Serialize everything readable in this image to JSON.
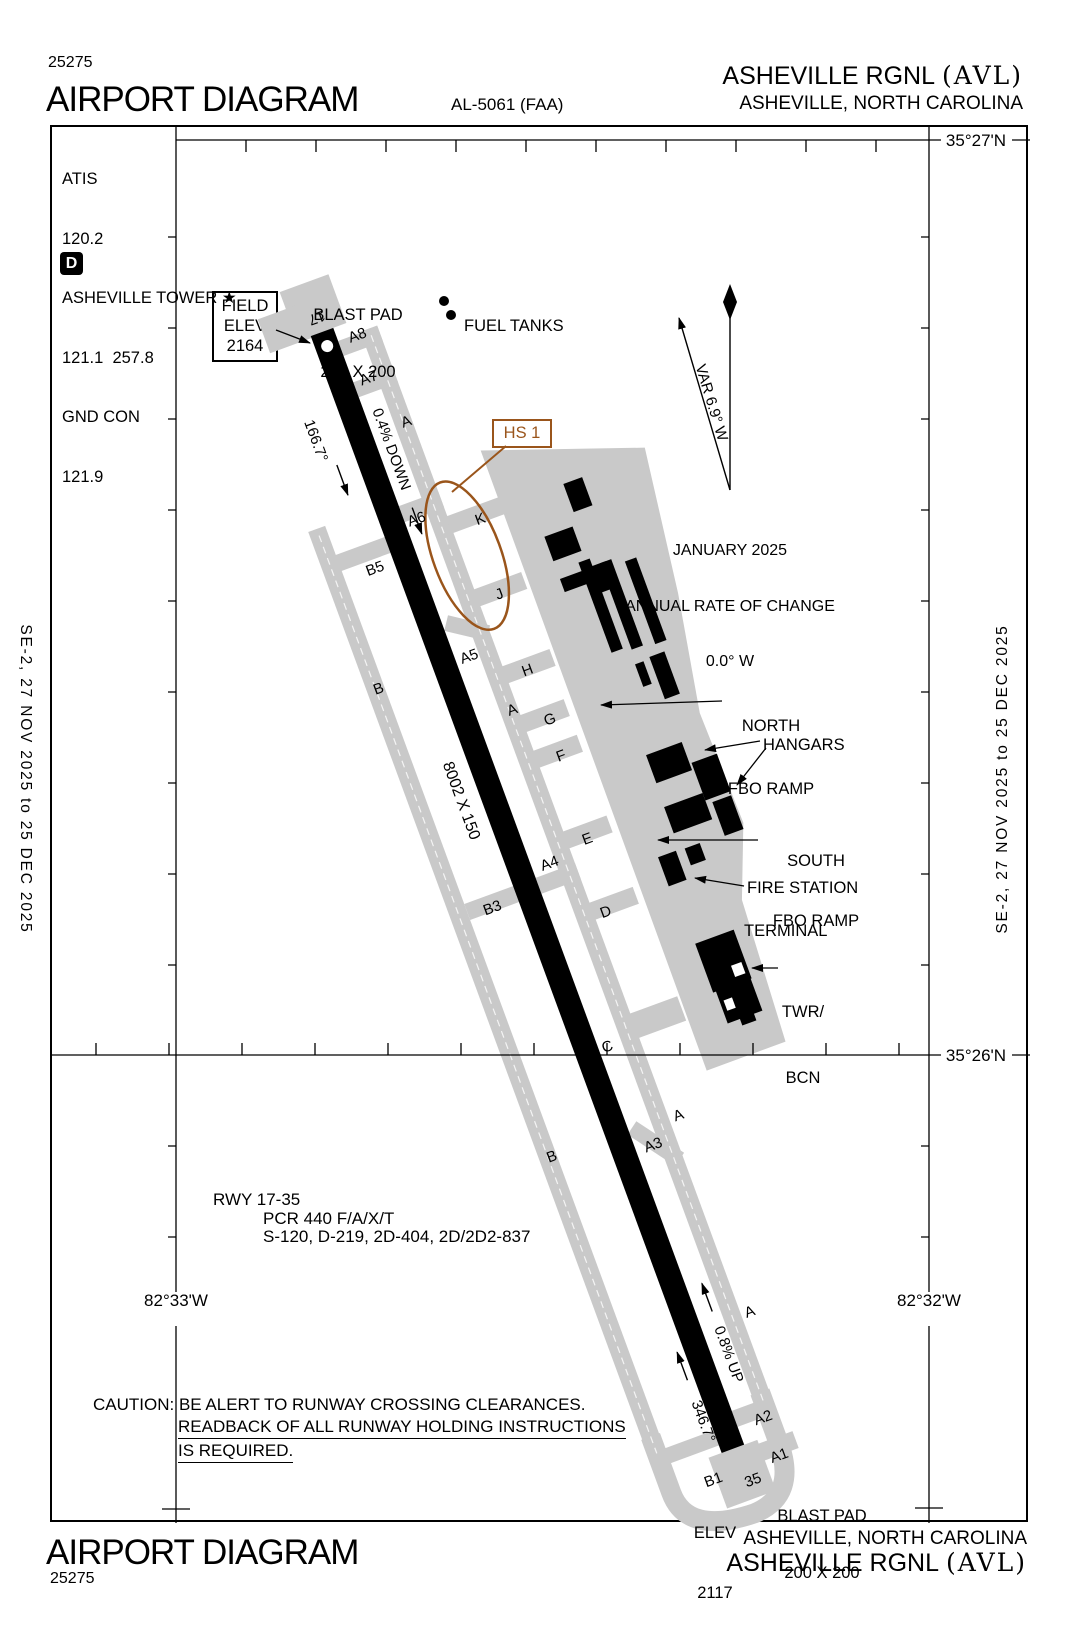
{
  "header": {
    "edition_number": "25275",
    "page_title": "AIRPORT DIAGRAM",
    "procedure_id": "AL-5061 (FAA)",
    "airport_name": "ASHEVILLE RGNL",
    "airport_icao": "(AVL)",
    "airport_city": "ASHEVILLE, NORTH CAROLINA"
  },
  "footer": {
    "page_title": "AIRPORT DIAGRAM",
    "edition_number": "25275",
    "airport_name": "ASHEVILLE RGNL",
    "airport_icao": "(AVL)",
    "airport_city": "ASHEVILLE, NORTH CAROLINA"
  },
  "margins": {
    "left_text": "SE-2, 27 NOV 2025 to 25 DEC 2025",
    "right_text": "SE-2, 27 NOV 2025 to 25 DEC 2025"
  },
  "comms": {
    "atis_label": "ATIS",
    "atis_freq": "120.2",
    "tower_label": "ASHEVILLE TOWER ★",
    "tower_freqs": "121.1  257.8",
    "ground_label": "GND CON",
    "ground_freq": "121.9",
    "datis_symbol": "D"
  },
  "field_elev_box": {
    "line1": "FIELD",
    "line2": "ELEV",
    "value": "2164"
  },
  "grid": {
    "lat_top": "35°27'N",
    "lat_bottom": "35°26'N",
    "lon_left": "82°33'W",
    "lon_right": "82°32'W"
  },
  "compass": {
    "variation": "VAR 6.9° W",
    "date": "JANUARY 2025",
    "rate_label": "ANNUAL RATE OF CHANGE",
    "rate_value": "0.0° W"
  },
  "runway": {
    "number_north": "17",
    "number_south": "35",
    "heading_south": "166.7°",
    "heading_north": "346.7°",
    "gradient_down": "0.4% DOWN",
    "gradient_up": "0.8% UP",
    "dimensions": "8002 X 150",
    "south_elev_label": "ELEV",
    "south_elev": "2117"
  },
  "blast_pads": {
    "label": "BLAST PAD",
    "dims": "200 X 200"
  },
  "hot_spot": {
    "label": "HS 1"
  },
  "facilities": {
    "fuel_tanks": "FUEL TANKS",
    "north_fbo_line1": "NORTH",
    "north_fbo_line2": "FBO RAMP",
    "hangars": "HANGARS",
    "south_fbo_line1": "SOUTH",
    "south_fbo_line2": "FBO RAMP",
    "fire_station": "FIRE STATION",
    "terminal": "TERMINAL",
    "tower_line1": "TWR/",
    "tower_line2": "BCN"
  },
  "taxiways": {
    "a": "A",
    "b": "B",
    "c": "C",
    "d": "D",
    "e": "E",
    "f": "F",
    "g": "G",
    "h": "H",
    "j": "J",
    "k": "K",
    "a1": "A1",
    "a2": "A2",
    "a3": "A3",
    "a4": "A4",
    "a5": "A5",
    "a6": "A6",
    "a7": "A7",
    "a8": "A8",
    "b1": "B1",
    "b3": "B3",
    "b5": "B5"
  },
  "runway_info": {
    "line1": "RWY 17-35",
    "line2": "PCR 440 F/A/X/T",
    "line3": "S-120, D-219, 2D-404, 2D/2D2-837"
  },
  "caution": {
    "line1": "CAUTION: BE ALERT TO RUNWAY CROSSING CLEARANCES.",
    "line2": "READBACK OF ALL RUNWAY HOLDING INSTRUCTIONS",
    "line3": "IS REQUIRED."
  },
  "colors": {
    "pavement_gray": "#c9c9c9",
    "hot_spot_brown": "#9a551b"
  }
}
